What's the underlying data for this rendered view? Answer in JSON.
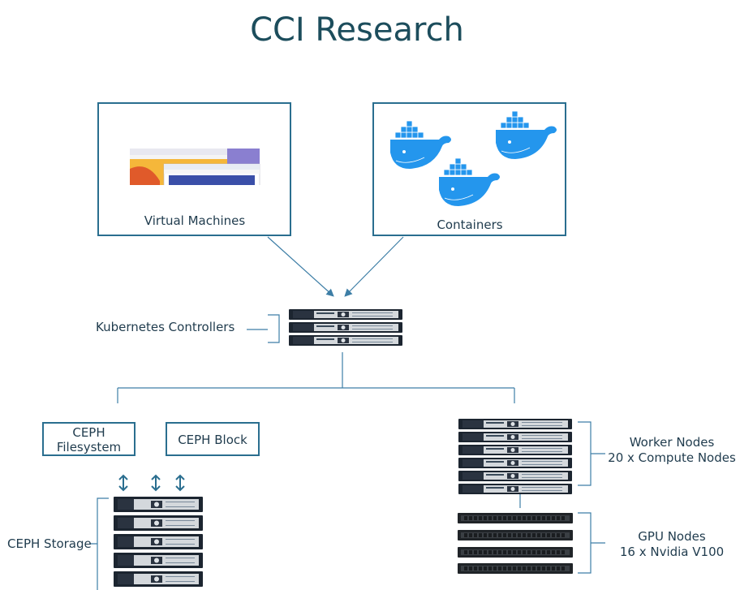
{
  "title": "CCI Research",
  "vm_box": {
    "label": "Virtual Machines"
  },
  "containers_box": {
    "label": "Containers"
  },
  "kubernetes": {
    "label": "Kubernetes Controllers"
  },
  "ceph": {
    "filesystem_line1": "CEPH",
    "filesystem_line2": "Filesystem",
    "block": "CEPH Block",
    "storage": "CEPH Storage"
  },
  "workers": {
    "line1": "Worker Nodes",
    "line2": "20 x Compute Nodes"
  },
  "gpu": {
    "line1": "GPU Nodes",
    "line2": "16 x Nvidia V100"
  },
  "colors": {
    "frame": "#2a6e8f",
    "line": "#3d7ea6",
    "docker": "#2496ed"
  }
}
